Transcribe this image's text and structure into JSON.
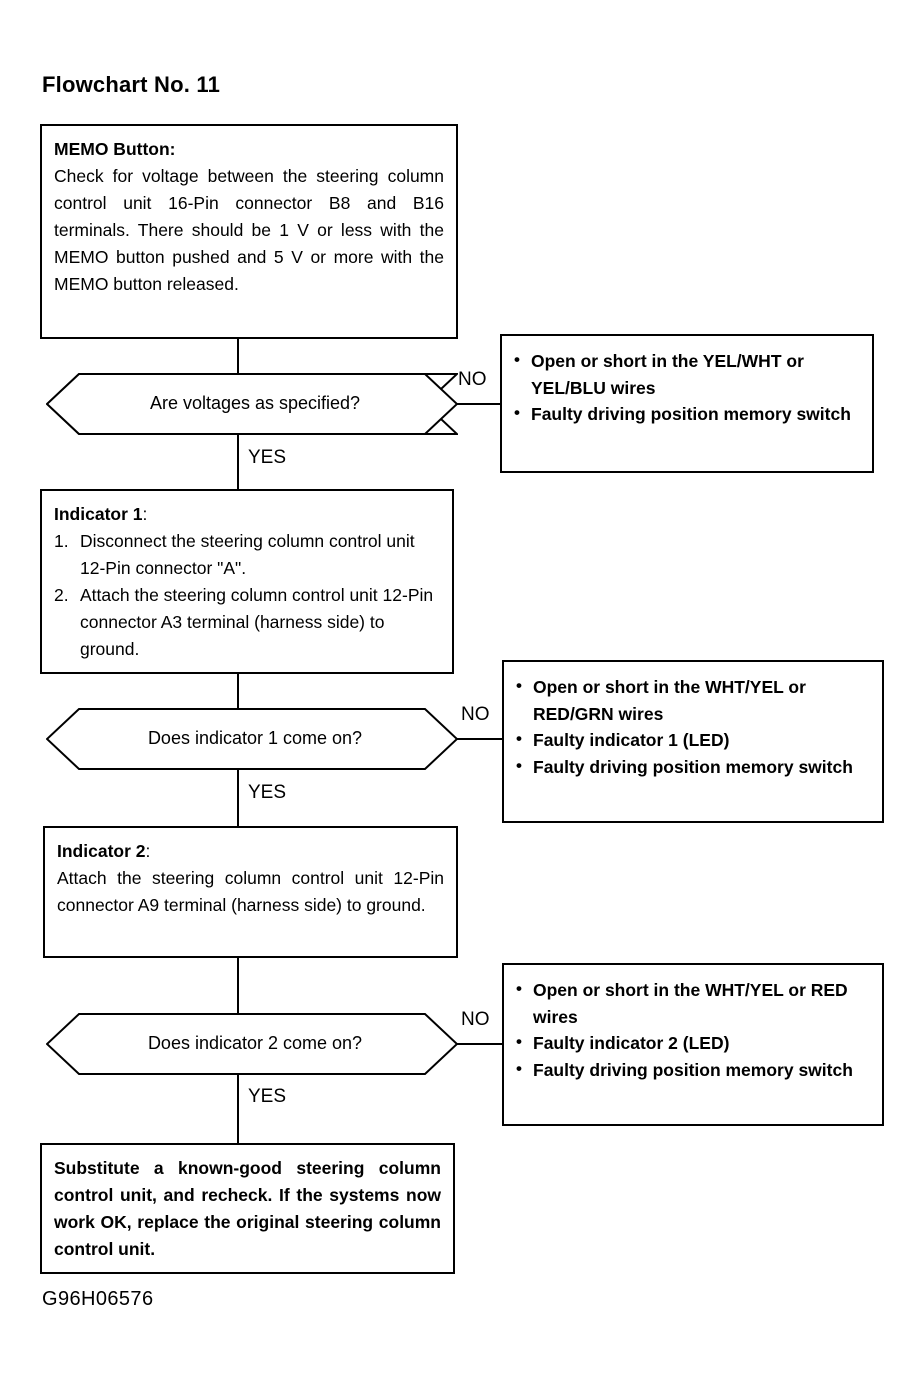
{
  "title": "Flowchart No. 11",
  "footer_code": "G96H06576",
  "steps": {
    "memo": {
      "heading": "MEMO Button:",
      "body": "Check for voltage between the steering column control unit 16-Pin connector B8 and B16 terminals. There should be 1 V or less with the MEMO button pushed and 5 V or more with the MEMO button released."
    },
    "indicator1": {
      "heading": "Indicator 1",
      "heading_suffix": ":",
      "items": [
        {
          "num": "1.",
          "text": "Disconnect the steering column control unit 12-Pin connector \"A\"."
        },
        {
          "num": "2.",
          "text": "Attach the steering column control unit 12-Pin connector A3 terminal (harness side) to ground."
        }
      ]
    },
    "indicator2": {
      "heading": "Indicator 2",
      "heading_suffix": ":",
      "body": "Attach the steering column control unit 12-Pin connector A9 terminal (harness side) to ground."
    },
    "substitute": {
      "body": "Substitute a known-good steering column control unit, and recheck. If the systems now work OK, replace the original steering column control unit."
    }
  },
  "decisions": {
    "d1": {
      "question": "Are voltages as specified?",
      "yes_label": "YES",
      "no_label": "NO"
    },
    "d2": {
      "question": "Does indicator 1 come on?",
      "yes_label": "YES",
      "no_label": "NO"
    },
    "d3": {
      "question": "Does indicator 2 come on?",
      "yes_label": "YES",
      "no_label": "NO"
    }
  },
  "outcomes": {
    "o1": {
      "bullets": [
        "Open or short in the YEL/WHT or YEL/BLU wires",
        "Faulty driving position memory switch"
      ]
    },
    "o2": {
      "bullets": [
        "Open or short in the WHT/YEL or RED/GRN wires",
        "Faulty indicator 1 (LED)",
        "Faulty driving position memory switch"
      ]
    },
    "o3": {
      "bullets": [
        "Open or short in the WHT/YEL or RED wires",
        "Faulty indicator 2 (LED)",
        "Faulty driving position memory switch"
      ]
    }
  },
  "bullet_glyph": "•",
  "colors": {
    "ink": "#000000",
    "paper": "#ffffff"
  }
}
